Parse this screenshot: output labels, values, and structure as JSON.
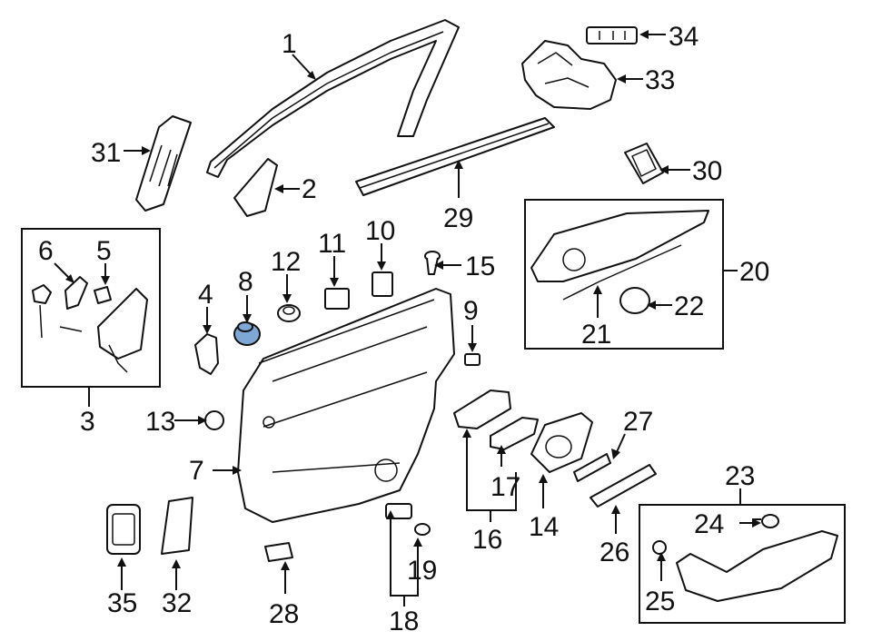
{
  "diagram": {
    "highlight_color": "#7fa7d6",
    "callouts": [
      "1",
      "2",
      "3",
      "4",
      "5",
      "6",
      "7",
      "8",
      "9",
      "10",
      "11",
      "12",
      "13",
      "14",
      "15",
      "16",
      "17",
      "18",
      "19",
      "20",
      "21",
      "22",
      "23",
      "24",
      "25",
      "26",
      "27",
      "28",
      "29",
      "30",
      "31",
      "32",
      "33",
      "34",
      "35"
    ]
  }
}
